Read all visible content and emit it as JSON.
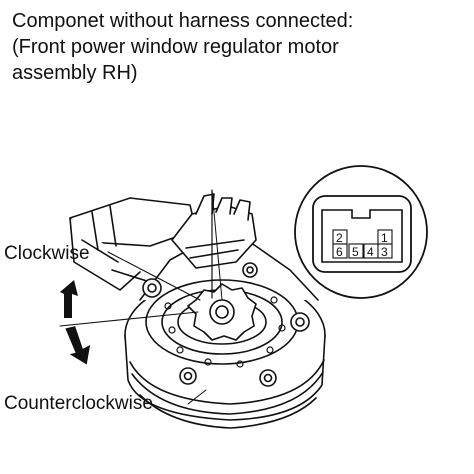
{
  "caption": {
    "line1": "Componet without harness connected:",
    "line2": "(Front power window regulator motor",
    "line3": "assembly RH)"
  },
  "labels": {
    "clockwise": "Clockwise",
    "counterclockwise": "Counterclockwise"
  },
  "connector": {
    "pins": [
      "2",
      "1",
      "6",
      "5",
      "4",
      "3"
    ]
  }
}
